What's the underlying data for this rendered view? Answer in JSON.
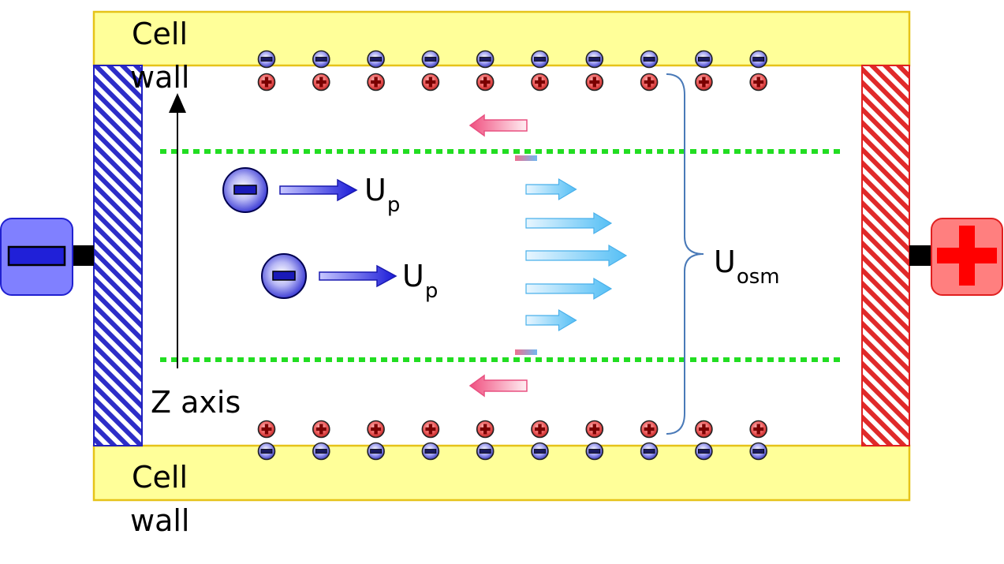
{
  "labels": {
    "wall_top_line1": "Cell",
    "wall_top_line2": "wall",
    "wall_bottom_line1": "Cell",
    "wall_bottom_line2": "wall",
    "z_axis": "Z axis",
    "up_main": "U",
    "up_sub": "p",
    "uosm_main": "U",
    "uosm_sub": "osm"
  },
  "colors": {
    "cell_wall": "#ffff99",
    "cell_wall_border": "#e6c319",
    "negative_charge": "#3a3acc",
    "positive_charge": "#d93030",
    "cathode": "#8080ff",
    "anode": "#ff7f7f",
    "debye_boundary": "#22dd22",
    "eo_flow": "#6cc8f5",
    "back_flow": "#f07090",
    "particle_velocity": "#2222cc",
    "brace": "#4a7ab8"
  },
  "icons": {
    "cathode_symbol": "minus-icon",
    "anode_symbol": "plus-icon",
    "particle_symbol": "minus-icon",
    "surface_negative": "minus-icon",
    "surface_positive": "plus-icon"
  },
  "diagram": {
    "surface_charges_per_row": 10,
    "particles": 2,
    "eo_flow_profile": [
      0.5,
      0.85,
      1.0,
      0.85,
      0.5
    ]
  }
}
